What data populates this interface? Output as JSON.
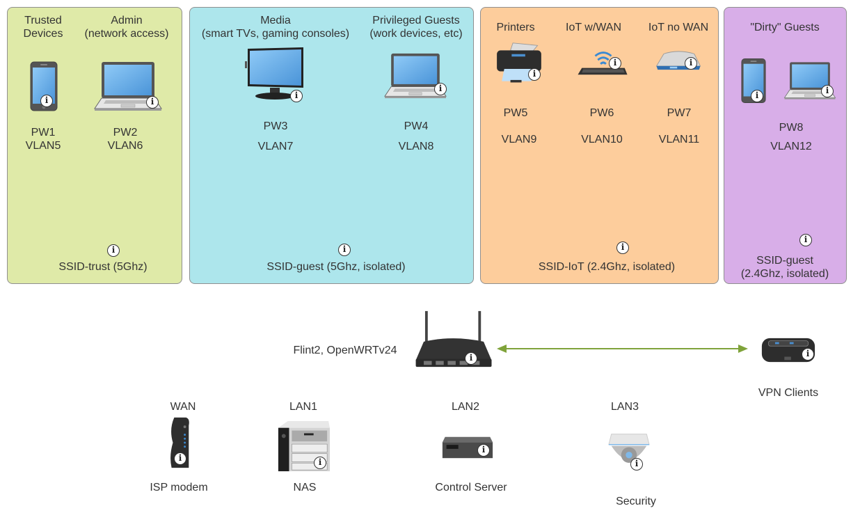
{
  "colors": {
    "trusted_panel": "#dfeaa8",
    "media_panel": "#ade6ec",
    "iot_panel": "#fdcd9c",
    "dirty_panel": "#d8aee8",
    "arrow": "#7fa33a",
    "screen_blue": "#5aa6e3",
    "device_dark": "#3a3a3a"
  },
  "groups": {
    "trusted": {
      "columns": [
        {
          "title": "Trusted\nDevices",
          "title_lines": [
            "Trusted",
            "Devices"
          ],
          "device": "phone",
          "pw": "PW1",
          "vlan": "VLAN5"
        },
        {
          "title_lines": [
            "Admin",
            "(network access)"
          ],
          "device": "laptop",
          "pw": "PW2",
          "vlan": "VLAN6"
        }
      ],
      "ssid": "SSID-trust (5Ghz)"
    },
    "media": {
      "columns": [
        {
          "title_lines": [
            "Media",
            "(smart TVs, gaming consoles)"
          ],
          "device": "monitor",
          "pw": "PW3",
          "vlan": "VLAN7"
        },
        {
          "title_lines": [
            "Privileged Guests",
            "(work devices, etc)"
          ],
          "device": "laptop",
          "pw": "PW4",
          "vlan": "VLAN8"
        }
      ],
      "ssid": "SSID-guest (5Ghz, isolated)"
    },
    "iot": {
      "columns": [
        {
          "title_lines": [
            "Printers"
          ],
          "device": "printer",
          "pw": "PW5",
          "vlan": "VLAN9"
        },
        {
          "title_lines": [
            "IoT w/WAN"
          ],
          "device": "wireless-keyboard",
          "pw": "PW6",
          "vlan": "VLAN10"
        },
        {
          "title_lines": [
            "IoT no WAN"
          ],
          "device": "iot-hub",
          "pw": "PW7",
          "vlan": "VLAN11"
        }
      ],
      "ssid": "SSID-IoT (2.4Ghz, isolated)"
    },
    "dirty": {
      "title": "\"Dirty\" Guests",
      "pw": "PW8",
      "vlan": "VLAN12",
      "ssid_lines": [
        "SSID-guest",
        "(2.4Ghz, isolated)"
      ]
    }
  },
  "router": {
    "label": "Flint2, OpenWRTv24"
  },
  "vpn": {
    "label": "VPN Clients"
  },
  "ports": [
    {
      "port": "WAN",
      "label": "ISP modem",
      "device": "modem"
    },
    {
      "port": "LAN1",
      "label": "NAS",
      "device": "nas"
    },
    {
      "port": "LAN2",
      "label": "Control Server",
      "device": "server"
    },
    {
      "port": "LAN3",
      "label": "Security",
      "device": "camera"
    }
  ],
  "info_glyph": "i"
}
